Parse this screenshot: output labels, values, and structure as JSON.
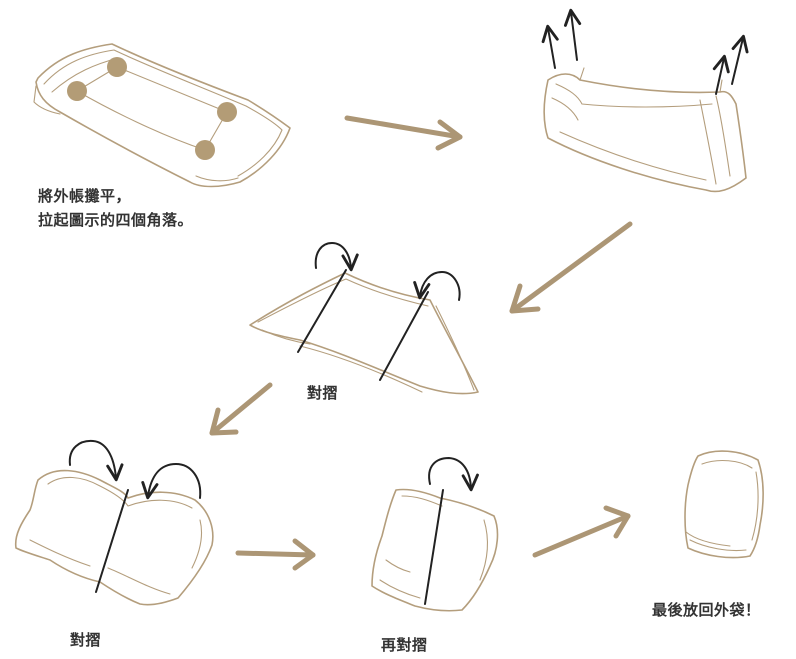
{
  "steps": {
    "step1": {
      "line1": "將外帳攤平，",
      "line2": "拉起圖示的四個角落。"
    },
    "step3": {
      "caption": "對摺"
    },
    "step4": {
      "caption": "對摺"
    },
    "step5": {
      "caption": "再對摺"
    },
    "step6": {
      "caption": "最後放回外袋！"
    }
  },
  "colors": {
    "sketch": "#b49e7d",
    "flow_arrow": "#ac9675",
    "corner_dot": "#b39c76",
    "ink": "#222222",
    "text": "#333333"
  }
}
